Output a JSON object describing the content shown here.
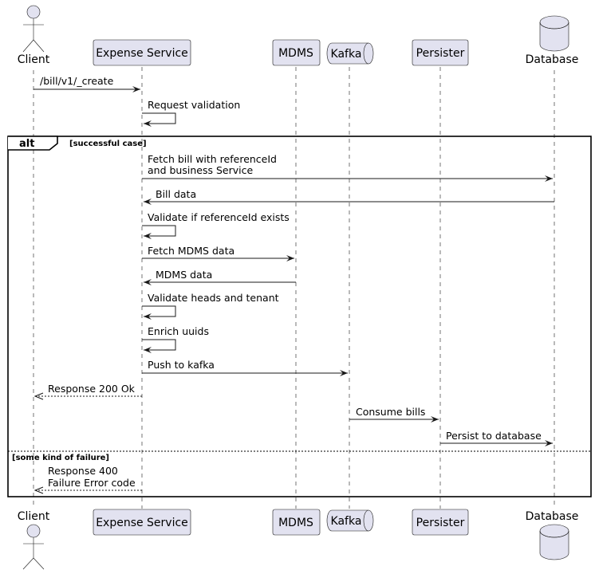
{
  "participants": [
    {
      "id": "client",
      "label": "Client",
      "kind": "actor"
    },
    {
      "id": "expense",
      "label": "Expense Service",
      "kind": "participant"
    },
    {
      "id": "mdms",
      "label": "MDMS",
      "kind": "participant"
    },
    {
      "id": "kafka",
      "label": "Kafka",
      "kind": "queue"
    },
    {
      "id": "persister",
      "label": "Persister",
      "kind": "participant"
    },
    {
      "id": "database",
      "label": "Database",
      "kind": "database"
    }
  ],
  "messages": [
    {
      "id": "m1",
      "from": "client",
      "to": "expense",
      "lines": [
        "/bill/v1/_create"
      ],
      "style": "solid"
    },
    {
      "id": "m2",
      "from": "expense",
      "to": "expense",
      "lines": [
        "Request validation"
      ],
      "style": "self"
    },
    {
      "id": "m3",
      "from": "expense",
      "to": "database",
      "lines": [
        "Fetch bill with referenceId",
        "and business Service"
      ],
      "style": "solid"
    },
    {
      "id": "m4",
      "from": "database",
      "to": "expense",
      "lines": [
        "Bill data"
      ],
      "style": "solid"
    },
    {
      "id": "m5",
      "from": "expense",
      "to": "expense",
      "lines": [
        "Validate if referenceId exists"
      ],
      "style": "self"
    },
    {
      "id": "m6",
      "from": "expense",
      "to": "mdms",
      "lines": [
        "Fetch MDMS data"
      ],
      "style": "solid"
    },
    {
      "id": "m7",
      "from": "mdms",
      "to": "expense",
      "lines": [
        "MDMS data"
      ],
      "style": "solid"
    },
    {
      "id": "m8",
      "from": "expense",
      "to": "expense",
      "lines": [
        "Validate heads and tenant"
      ],
      "style": "self"
    },
    {
      "id": "m9",
      "from": "expense",
      "to": "expense",
      "lines": [
        "Enrich uuids"
      ],
      "style": "self"
    },
    {
      "id": "m10",
      "from": "expense",
      "to": "kafka",
      "lines": [
        "Push to kafka"
      ],
      "style": "solid"
    },
    {
      "id": "m11",
      "from": "expense",
      "to": "client",
      "lines": [
        "Response 200 Ok"
      ],
      "style": "dashed"
    },
    {
      "id": "m12",
      "from": "kafka",
      "to": "persister",
      "lines": [
        "Consume bills"
      ],
      "style": "solid"
    },
    {
      "id": "m13",
      "from": "persister",
      "to": "database",
      "lines": [
        "Persist to database"
      ],
      "style": "solid"
    },
    {
      "id": "m14",
      "from": "expense",
      "to": "client",
      "lines": [
        "Response 400",
        "Failure Error code"
      ],
      "style": "dashed"
    }
  ],
  "alt_frame": {
    "keyword": "alt",
    "condition": "[successful case]",
    "else_condition": "[some kind of failure]"
  }
}
